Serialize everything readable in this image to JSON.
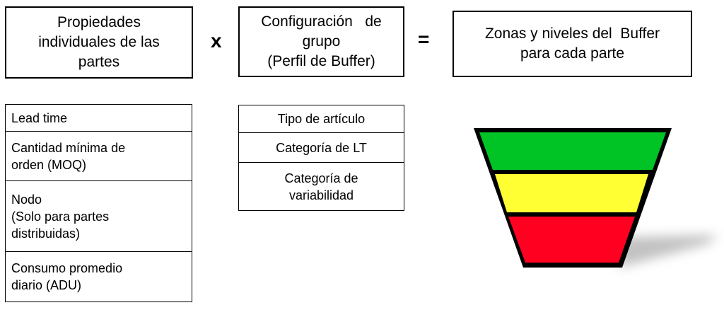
{
  "top_boxes": {
    "properties": [
      "Propiedades",
      "individuales de las",
      "partes"
    ],
    "group_config": [
      "Configuración   de",
      "grupo",
      "(Perfil de Buffer)"
    ],
    "result": [
      "Zonas y niveles del  Buffer",
      "para cada parte"
    ]
  },
  "operators": {
    "multiply": "x",
    "equals": "="
  },
  "properties_list": [
    [
      "Lead time"
    ],
    [
      "Cantidad mínima de",
      "orden (MOQ)"
    ],
    [
      "Nodo",
      "(Solo para partes",
      "distribuidas)"
    ],
    [
      "Consumo promedio",
      "diario (ADU)"
    ]
  ],
  "group_list": [
    [
      "Tipo de artículo"
    ],
    [
      "Categoría de LT"
    ],
    [
      "Categoría de",
      "variabilidad"
    ]
  ],
  "buffer_zone_colors": {
    "green": "#00c425",
    "yellow": "#ffff33",
    "red": "#ff0020"
  }
}
